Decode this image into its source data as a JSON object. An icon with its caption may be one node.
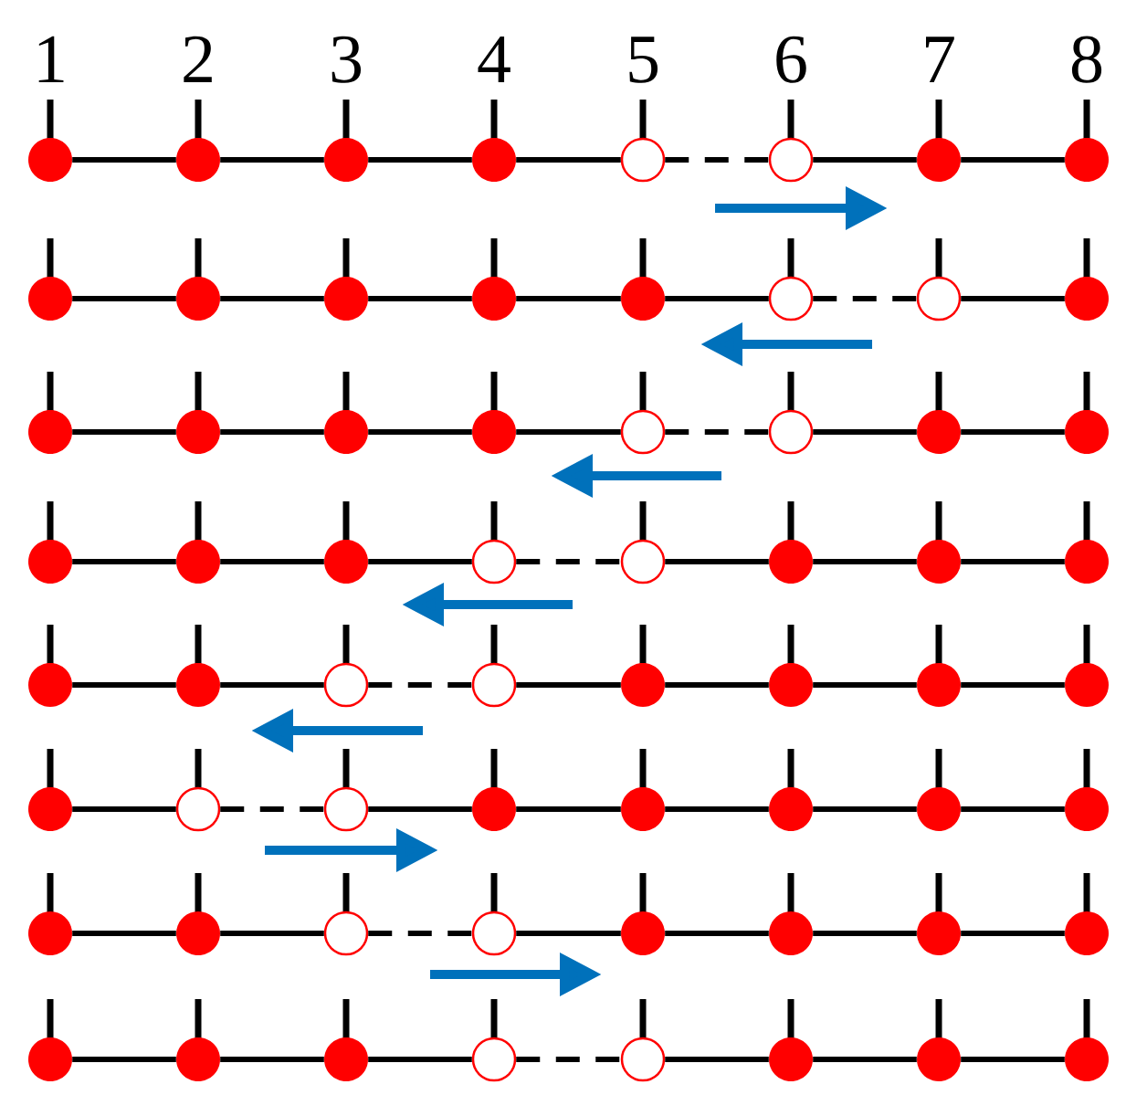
{
  "diagram": {
    "nodes": [
      {
        "text": [],
        "shape": "dot",
        "beside": [
          "1"
        ]
      },
      {
        "text": [],
        "shape": "dot",
        "beside": [
          "2"
        ]
      },
      {
        "text": [],
        "shape": "dot",
        "beside": [
          "3"
        ]
      },
      {
        "text": [],
        "shape": "dot",
        "beside": [
          "4"
        ]
      },
      {
        "text": [],
        "shape": "circle",
        "beside": [
          "5"
        ]
      },
      {
        "text": [],
        "shape": "circle",
        "beside": [
          "6"
        ]
      },
      {
        "text": [],
        "shape": "dot",
        "beside": [
          "7"
        ]
      },
      {
        "text": [],
        "shape": "dot",
        "beside": [
          "8"
        ]
      },
      {
        "text": [],
        "shape": "dot"
      },
      {
        "text": [],
        "shape": "dot"
      },
      {
        "text": [],
        "shape": "dot"
      },
      {
        "text": [],
        "shape": "dot"
      },
      {
        "text": [],
        "shape": "dot"
      },
      {
        "text": [],
        "shape": "circle"
      },
      {
        "text": [],
        "shape": "circle"
      },
      {
        "text": [],
        "shape": "dot"
      },
      {
        "text": [],
        "shape": "dot"
      },
      {
        "text": [],
        "shape": "dot"
      },
      {
        "text": [],
        "shape": "dot"
      },
      {
        "text": [],
        "shape": "dot"
      },
      {
        "text": [],
        "shape": "circle"
      },
      {
        "text": [],
        "shape": "circle"
      },
      {
        "text": [],
        "shape": "dot"
      },
      {
        "text": [],
        "shape": "dot"
      },
      {
        "text": [],
        "shape": "dot"
      },
      {
        "text": [],
        "shape": "dot"
      },
      {
        "text": [],
        "shape": "dot"
      },
      {
        "text": [],
        "shape": "circle"
      },
      {
        "text": [],
        "shape": "circle"
      },
      {
        "text": [],
        "shape": "dot"
      },
      {
        "text": [],
        "shape": "dot"
      },
      {
        "text": [],
        "shape": "dot"
      },
      {
        "text": [],
        "shape": "dot"
      },
      {
        "text": [],
        "shape": "dot"
      },
      {
        "text": [],
        "shape": "circle"
      },
      {
        "text": [],
        "shape": "circle"
      },
      {
        "text": [],
        "shape": "dot"
      },
      {
        "text": [],
        "shape": "dot"
      },
      {
        "text": [],
        "shape": "dot"
      },
      {
        "text": [],
        "shape": "dot"
      },
      {
        "text": [],
        "shape": "dot"
      },
      {
        "text": [],
        "shape": "circle"
      },
      {
        "text": [],
        "shape": "circle"
      },
      {
        "text": [],
        "shape": "dot"
      },
      {
        "text": [],
        "shape": "dot"
      },
      {
        "text": [],
        "shape": "dot"
      },
      {
        "text": [],
        "shape": "dot"
      },
      {
        "text": [],
        "shape": "dot"
      },
      {
        "text": [],
        "shape": "dot"
      },
      {
        "text": [],
        "shape": "dot"
      },
      {
        "text": [],
        "shape": "circle"
      },
      {
        "text": [],
        "shape": "circle"
      },
      {
        "text": [],
        "shape": "dot"
      },
      {
        "text": [],
        "shape": "dot"
      },
      {
        "text": [],
        "shape": "dot"
      },
      {
        "text": [],
        "shape": "dot"
      },
      {
        "text": [],
        "shape": "dot"
      },
      {
        "text": [],
        "shape": "dot"
      },
      {
        "text": [],
        "shape": "dot"
      },
      {
        "text": [],
        "shape": "circle"
      },
      {
        "text": [],
        "shape": "circle"
      },
      {
        "text": [],
        "shape": "dot"
      },
      {
        "text": [],
        "shape": "dot"
      },
      {
        "text": [],
        "shape": "dot"
      }
    ],
    "edges": [
      {
        "from": 0,
        "to": 1,
        "arrow": "none"
      },
      {
        "from": 1,
        "to": 2,
        "arrow": "none"
      },
      {
        "from": 2,
        "to": 3,
        "arrow": "none"
      },
      {
        "from": 3,
        "to": 4,
        "arrow": "none"
      },
      {
        "from": 4,
        "to": 5,
        "arrow": "none",
        "style": "dashed"
      },
      {
        "from": 5,
        "to": 6,
        "arrow": "none"
      },
      {
        "from": 6,
        "to": 7,
        "arrow": "none"
      },
      {
        "from": 8,
        "to": 9,
        "arrow": "none"
      },
      {
        "from": 9,
        "to": 10,
        "arrow": "none"
      },
      {
        "from": 10,
        "to": 11,
        "arrow": "none"
      },
      {
        "from": 11,
        "to": 12,
        "arrow": "none"
      },
      {
        "from": 12,
        "to": 13,
        "arrow": "none"
      },
      {
        "from": 13,
        "to": 14,
        "arrow": "none",
        "style": "dashed"
      },
      {
        "from": 14,
        "to": 15,
        "arrow": "none"
      },
      {
        "from": 16,
        "to": 17,
        "arrow": "none"
      },
      {
        "from": 17,
        "to": 18,
        "arrow": "none"
      },
      {
        "from": 18,
        "to": 19,
        "arrow": "none"
      },
      {
        "from": 19,
        "to": 20,
        "arrow": "none"
      },
      {
        "from": 20,
        "to": 21,
        "arrow": "none",
        "style": "dashed"
      },
      {
        "from": 21,
        "to": 22,
        "arrow": "none"
      },
      {
        "from": 22,
        "to": 23,
        "arrow": "none"
      },
      {
        "from": 24,
        "to": 25,
        "arrow": "none"
      },
      {
        "from": 25,
        "to": 26,
        "arrow": "none"
      },
      {
        "from": 26,
        "to": 27,
        "arrow": "none"
      },
      {
        "from": 27,
        "to": 28,
        "arrow": "none",
        "style": "dashed"
      },
      {
        "from": 28,
        "to": 29,
        "arrow": "none"
      },
      {
        "from": 29,
        "to": 30,
        "arrow": "none"
      },
      {
        "from": 30,
        "to": 31,
        "arrow": "none"
      },
      {
        "from": 32,
        "to": 33,
        "arrow": "none"
      },
      {
        "from": 33,
        "to": 34,
        "arrow": "none"
      },
      {
        "from": 34,
        "to": 35,
        "arrow": "none",
        "style": "dashed"
      },
      {
        "from": 35,
        "to": 36,
        "arrow": "none"
      },
      {
        "from": 36,
        "to": 37,
        "arrow": "none"
      },
      {
        "from": 37,
        "to": 38,
        "arrow": "none"
      },
      {
        "from": 38,
        "to": 39,
        "arrow": "none"
      },
      {
        "from": 40,
        "to": 41,
        "arrow": "none"
      },
      {
        "from": 41,
        "to": 42,
        "arrow": "none",
        "style": "dashed"
      },
      {
        "from": 42,
        "to": 43,
        "arrow": "none"
      },
      {
        "from": 43,
        "to": 44,
        "arrow": "none"
      },
      {
        "from": 44,
        "to": 45,
        "arrow": "none"
      },
      {
        "from": 45,
        "to": 46,
        "arrow": "none"
      },
      {
        "from": 46,
        "to": 47,
        "arrow": "none"
      },
      {
        "from": 48,
        "to": 49,
        "arrow": "none"
      },
      {
        "from": 49,
        "to": 50,
        "arrow": "none"
      },
      {
        "from": 50,
        "to": 51,
        "arrow": "none",
        "style": "dashed"
      },
      {
        "from": 51,
        "to": 52,
        "arrow": "none"
      },
      {
        "from": 52,
        "to": 53,
        "arrow": "none"
      },
      {
        "from": 53,
        "to": 54,
        "arrow": "none"
      },
      {
        "from": 54,
        "to": 55,
        "arrow": "none"
      },
      {
        "from": 56,
        "to": 57,
        "arrow": "none"
      },
      {
        "from": 57,
        "to": 58,
        "arrow": "none"
      },
      {
        "from": 58,
        "to": 59,
        "arrow": "none"
      },
      {
        "from": 59,
        "to": 60,
        "arrow": "none",
        "style": "dashed"
      },
      {
        "from": 60,
        "to": 61,
        "arrow": "none"
      },
      {
        "from": 61,
        "to": 62,
        "arrow": "none"
      },
      {
        "from": 62,
        "to": 63,
        "arrow": "none"
      }
    ]
  }
}
